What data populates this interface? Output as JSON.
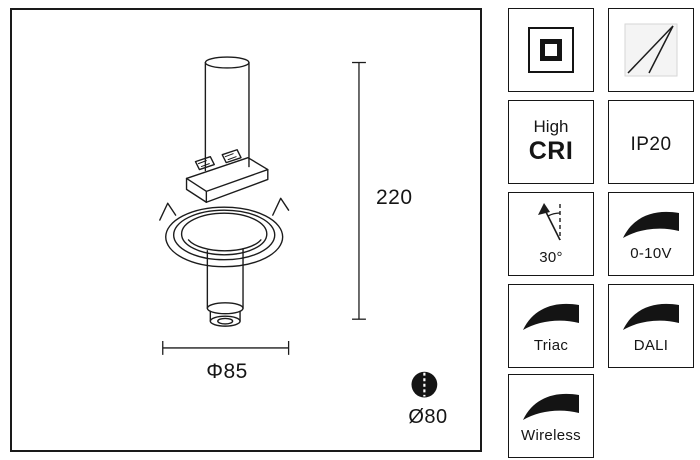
{
  "drawing": {
    "height_label": "220",
    "diameter_label": "Φ85",
    "cutout_label": "Ø80"
  },
  "badges": {
    "recessed_icon": "square-in-square",
    "adjustable_icon": "tilt-beam",
    "high_cri": {
      "top": "High",
      "main": "CRI"
    },
    "ip_rating": "IP20",
    "tilt_angle": "30°",
    "dim_0_10v": "0-10V",
    "triac": "Triac",
    "dali": "DALI",
    "wireless": "Wireless"
  },
  "colors": {
    "line": "#1a1a1a",
    "icon_fill": "#141414",
    "background": "#ffffff"
  }
}
